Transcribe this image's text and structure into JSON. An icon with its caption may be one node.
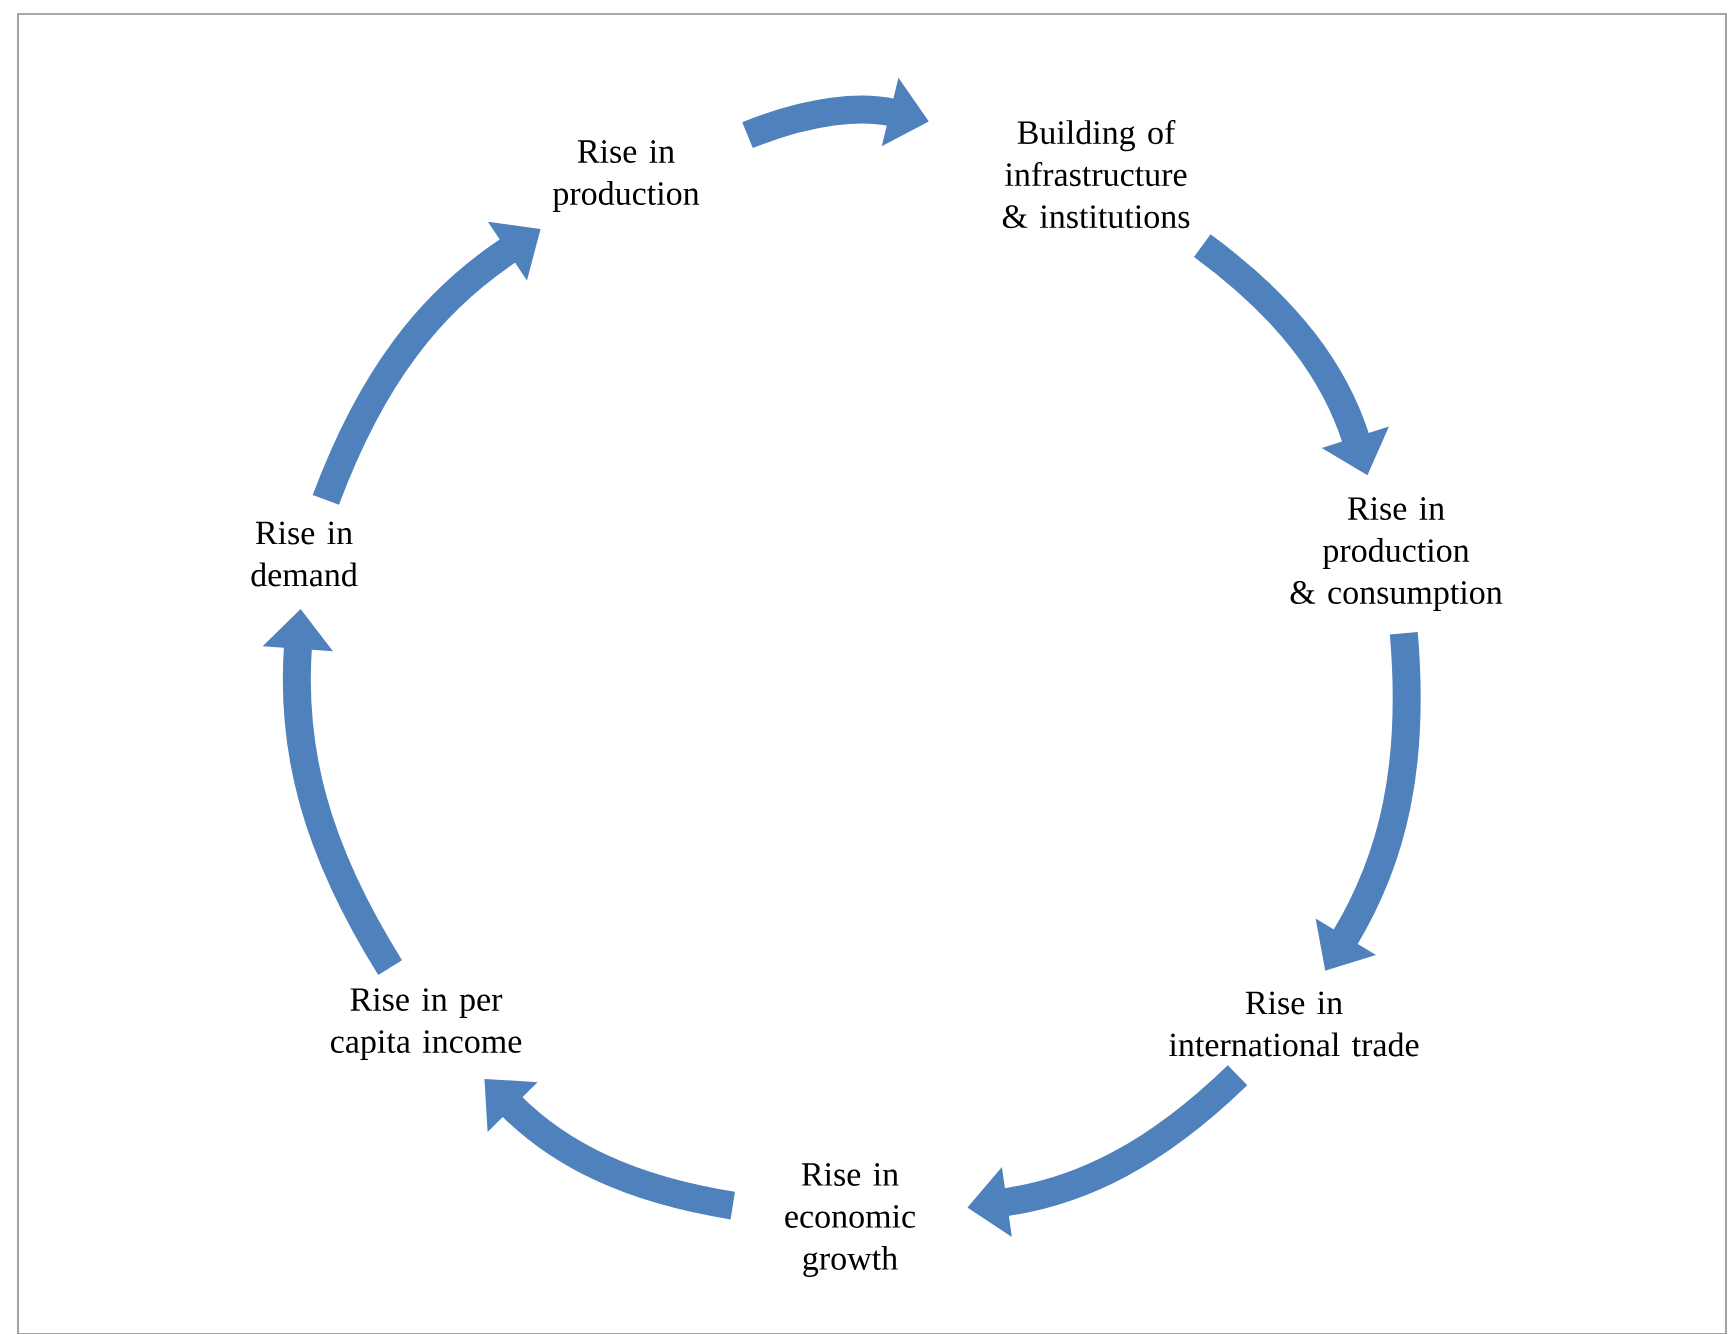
{
  "diagram": {
    "nodes": [
      {
        "text": [
          "Rise in production"
        ]
      },
      {
        "text": [
          "Building of infrastructure & institutions"
        ]
      },
      {
        "text": [
          "Rise in production & consumption"
        ]
      },
      {
        "text": [
          "Rise in international trade"
        ]
      },
      {
        "text": [
          "Rise in economic growth"
        ]
      },
      {
        "text": [
          "Rise in per capita income"
        ]
      },
      {
        "text": [
          "Rise in demand"
        ]
      }
    ],
    "edges": [
      {
        "from": 0,
        "to": 1,
        "arrow": "to"
      },
      {
        "from": 1,
        "to": 2,
        "arrow": "to"
      },
      {
        "from": 2,
        "to": 3,
        "arrow": "to"
      },
      {
        "from": 3,
        "to": 4,
        "arrow": "to"
      },
      {
        "from": 4,
        "to": 5,
        "arrow": "to"
      },
      {
        "from": 5,
        "to": 6,
        "arrow": "to"
      },
      {
        "from": 6,
        "to": 0,
        "arrow": "to"
      }
    ]
  }
}
